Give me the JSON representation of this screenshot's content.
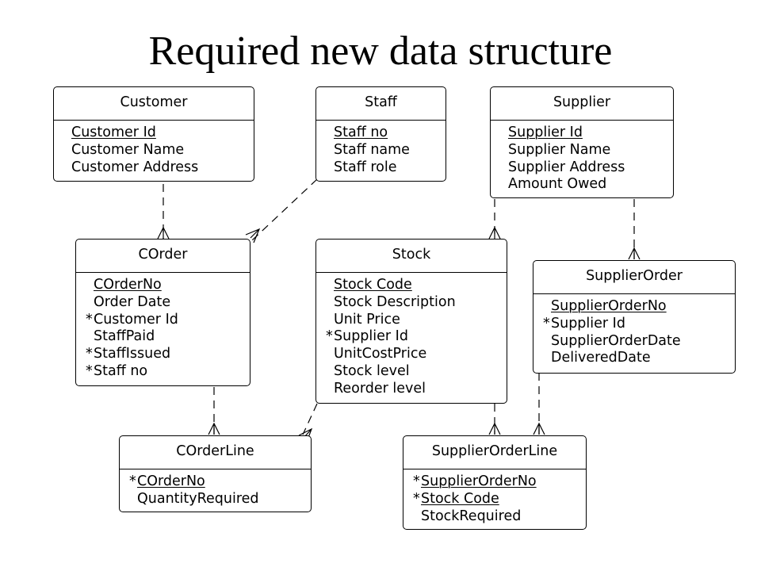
{
  "title": "Required new data structure",
  "entities": {
    "customer": {
      "name": "Customer",
      "attributes": [
        {
          "text": "Customer Id",
          "key": true,
          "fk": false
        },
        {
          "text": "Customer Name",
          "key": false,
          "fk": false
        },
        {
          "text": "Customer Address",
          "key": false,
          "fk": false
        }
      ]
    },
    "staff": {
      "name": "Staff",
      "attributes": [
        {
          "text": "Staff no",
          "key": true,
          "fk": false
        },
        {
          "text": "Staff name",
          "key": false,
          "fk": false
        },
        {
          "text": "Staff role",
          "key": false,
          "fk": false
        }
      ]
    },
    "supplier": {
      "name": "Supplier",
      "attributes": [
        {
          "text": "Supplier Id",
          "key": true,
          "fk": false
        },
        {
          "text": "Supplier Name",
          "key": false,
          "fk": false
        },
        {
          "text": "Supplier Address",
          "key": false,
          "fk": false
        },
        {
          "text": "Amount Owed",
          "key": false,
          "fk": false
        }
      ]
    },
    "corder": {
      "name": "COrder",
      "attributes": [
        {
          "text": "COrderNo",
          "key": true,
          "fk": false
        },
        {
          "text": "Order Date",
          "key": false,
          "fk": false
        },
        {
          "text": "Customer Id",
          "key": false,
          "fk": true
        },
        {
          "text": "StaffPaid",
          "key": false,
          "fk": false
        },
        {
          "text": "StaffIssued",
          "key": false,
          "fk": true
        },
        {
          "text": "Staff no",
          "key": false,
          "fk": true
        }
      ]
    },
    "stock": {
      "name": "Stock",
      "attributes": [
        {
          "text": "Stock Code",
          "key": true,
          "fk": false
        },
        {
          "text": "Stock Description",
          "key": false,
          "fk": false
        },
        {
          "text": "Unit Price",
          "key": false,
          "fk": false
        },
        {
          "text": "Supplier Id",
          "key": false,
          "fk": true
        },
        {
          "text": "UnitCostPrice",
          "key": false,
          "fk": false
        },
        {
          "text": "Stock level",
          "key": false,
          "fk": false
        },
        {
          "text": "Reorder level",
          "key": false,
          "fk": false
        }
      ]
    },
    "supplierorder": {
      "name": "SupplierOrder",
      "attributes": [
        {
          "text": "SupplierOrderNo",
          "key": true,
          "fk": false
        },
        {
          "text": "Supplier Id",
          "key": false,
          "fk": true
        },
        {
          "text": "SupplierOrderDate",
          "key": false,
          "fk": false
        },
        {
          "text": "DeliveredDate",
          "key": false,
          "fk": false
        }
      ]
    },
    "corderline": {
      "name": "COrderLine",
      "attributes": [
        {
          "text": "COrderNo",
          "key": true,
          "fk": true
        },
        {
          "text": "QuantityRequired",
          "key": false,
          "fk": false
        }
      ]
    },
    "supplierorderline": {
      "name": "SupplierOrderLine",
      "attributes": [
        {
          "text": "SupplierOrderNo",
          "key": true,
          "fk": true
        },
        {
          "text": "Stock Code",
          "key": true,
          "fk": true
        },
        {
          "text": "StockRequired",
          "key": false,
          "fk": false
        }
      ]
    }
  },
  "relationships": [
    {
      "from": "Customer",
      "to": "COrder",
      "cardinality": "one-to-many",
      "optional": true
    },
    {
      "from": "Staff",
      "to": "COrder",
      "cardinality": "one-to-many",
      "optional": true
    },
    {
      "from": "Supplier",
      "to": "Stock",
      "cardinality": "one-to-many",
      "optional": true
    },
    {
      "from": "Supplier",
      "to": "SupplierOrder",
      "cardinality": "one-to-many",
      "optional": true
    },
    {
      "from": "COrder",
      "to": "COrderLine",
      "cardinality": "one-to-many",
      "optional": true
    },
    {
      "from": "Stock",
      "to": "COrderLine",
      "cardinality": "one-to-many",
      "optional": true
    },
    {
      "from": "Stock",
      "to": "SupplierOrderLine",
      "cardinality": "one-to-many",
      "optional": true
    },
    {
      "from": "SupplierOrder",
      "to": "SupplierOrderLine",
      "cardinality": "one-to-many",
      "optional": true
    }
  ]
}
